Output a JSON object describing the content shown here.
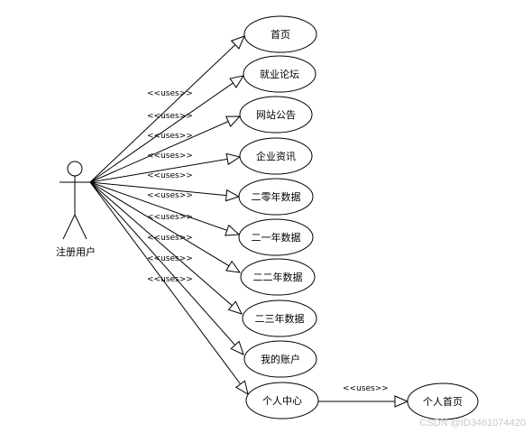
{
  "actor": {
    "label": "注册用户"
  },
  "relation_label": "<<uses>>",
  "use_cases": [
    {
      "id": "uc-home",
      "label": "首页"
    },
    {
      "id": "uc-forum",
      "label": "就业论坛"
    },
    {
      "id": "uc-notice",
      "label": "网站公告"
    },
    {
      "id": "uc-company",
      "label": "企业资讯"
    },
    {
      "id": "uc-2020",
      "label": "二零年数据"
    },
    {
      "id": "uc-2021",
      "label": "二一年数据"
    },
    {
      "id": "uc-2022",
      "label": "二二年数据"
    },
    {
      "id": "uc-2023",
      "label": "二三年数据"
    },
    {
      "id": "uc-account",
      "label": "我的账户"
    },
    {
      "id": "uc-center",
      "label": "个人中心"
    }
  ],
  "sub_use_case": {
    "id": "uc-personal-home",
    "label": "个人首页"
  },
  "watermark": "CSDN @ID3461074420"
}
